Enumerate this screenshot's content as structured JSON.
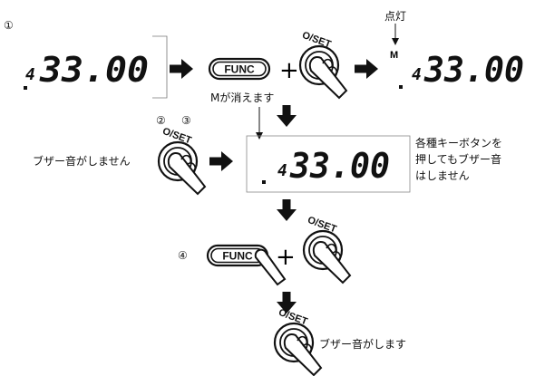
{
  "steps": {
    "s1": "①",
    "s2": "②",
    "s3": "③",
    "s4": "④"
  },
  "lcd": {
    "reading": "433.00",
    "prefix": "4",
    "digits": "33.00",
    "m_indicator": "M"
  },
  "buttons": {
    "func": "FUNC",
    "oset": "O/SET"
  },
  "labels": {
    "light_on": "点灯",
    "m_disappears": "Mが消えます",
    "no_buzzer": "ブザー音がしません",
    "keys_note_1": "各種キーボタンを",
    "keys_note_2": "押してもブザー音",
    "keys_note_3": "はしません",
    "buzzer_sounds": "ブザー音がします",
    "plus": "+"
  }
}
